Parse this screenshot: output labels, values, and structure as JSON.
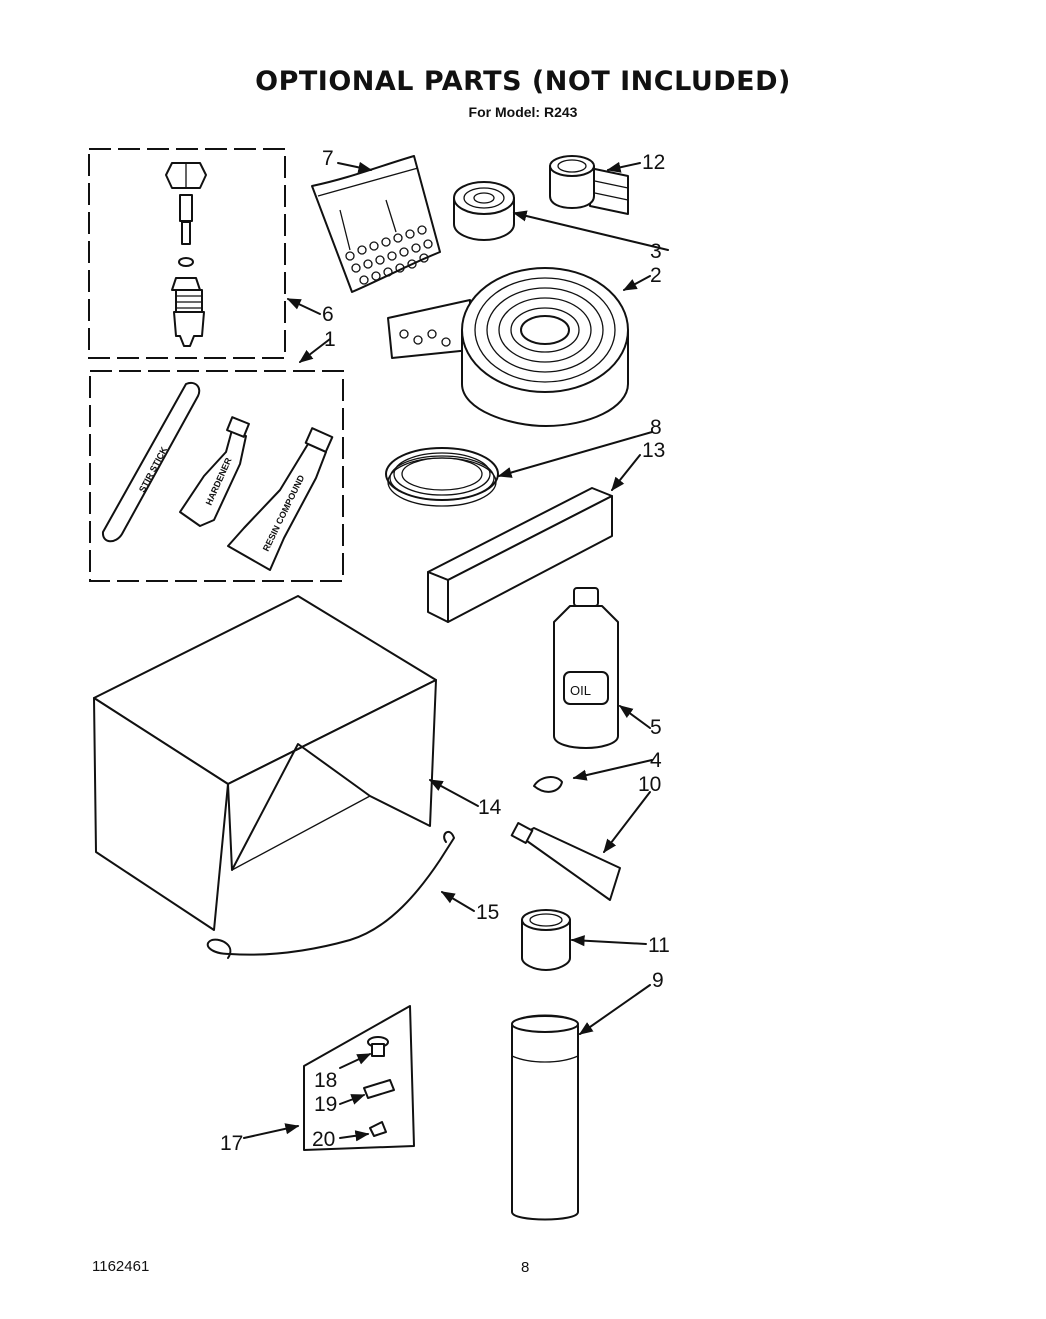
{
  "header": {
    "title": "OPTIONAL PARTS (NOT INCLUDED)",
    "subtitle": "For Model: R243"
  },
  "footer": {
    "doc_number": "1162461",
    "page_number": "8"
  },
  "product_labels": {
    "stir_stick": "STIR STICK",
    "hardener": "HARDENER",
    "resin_compound": "RESIN COMPOUND",
    "oil": "OIL"
  },
  "callouts": [
    "1",
    "2",
    "3",
    "4",
    "5",
    "6",
    "7",
    "8",
    "9",
    "10",
    "11",
    "12",
    "13",
    "14",
    "15",
    "17",
    "18",
    "19",
    "20"
  ]
}
